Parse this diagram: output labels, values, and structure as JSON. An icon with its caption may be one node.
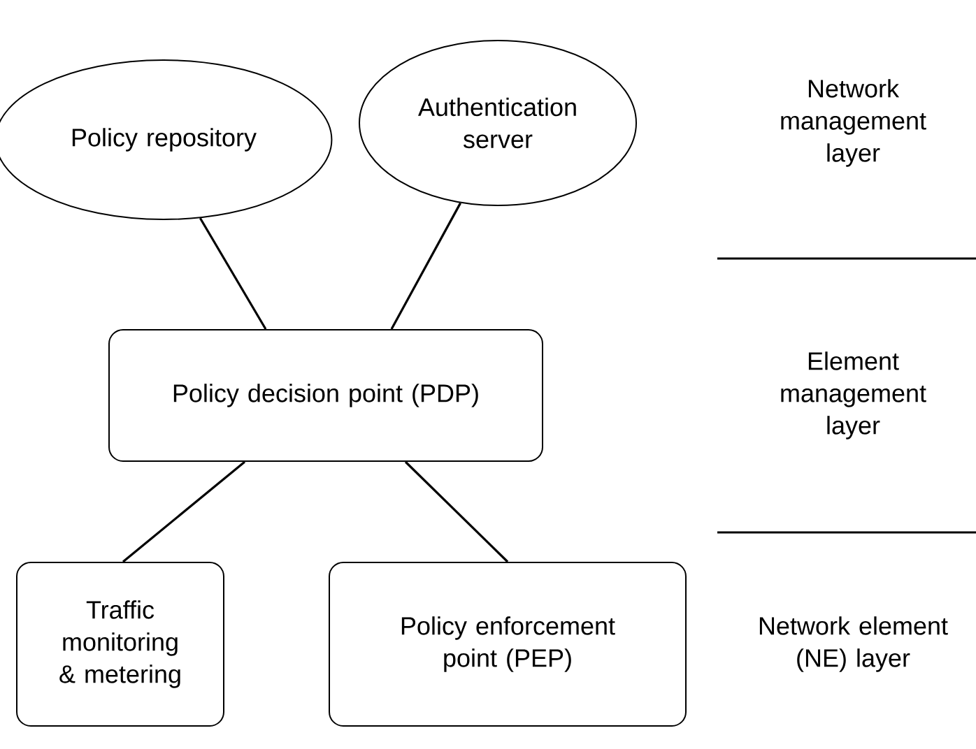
{
  "diagram": {
    "nodes": [
      {
        "text": [
          "Policy repository"
        ]
      },
      {
        "text": [
          "Authentication server"
        ]
      },
      {
        "text": [
          "Policy decision point (PDP)"
        ]
      },
      {
        "text": [
          "Traffic monitoring & metering"
        ]
      },
      {
        "text": [
          "Policy enforcement point (PEP)"
        ]
      }
    ],
    "edges": [
      {
        "from": 0,
        "to": 2,
        "arrow": "none"
      },
      {
        "from": 1,
        "to": 2,
        "arrow": "none"
      },
      {
        "from": 2,
        "to": 3,
        "arrow": "none"
      },
      {
        "from": 2,
        "to": 4,
        "arrow": "none"
      }
    ],
    "labels": [
      "Network management layer",
      "Element management layer",
      "Network element (NE) layer"
    ]
  }
}
